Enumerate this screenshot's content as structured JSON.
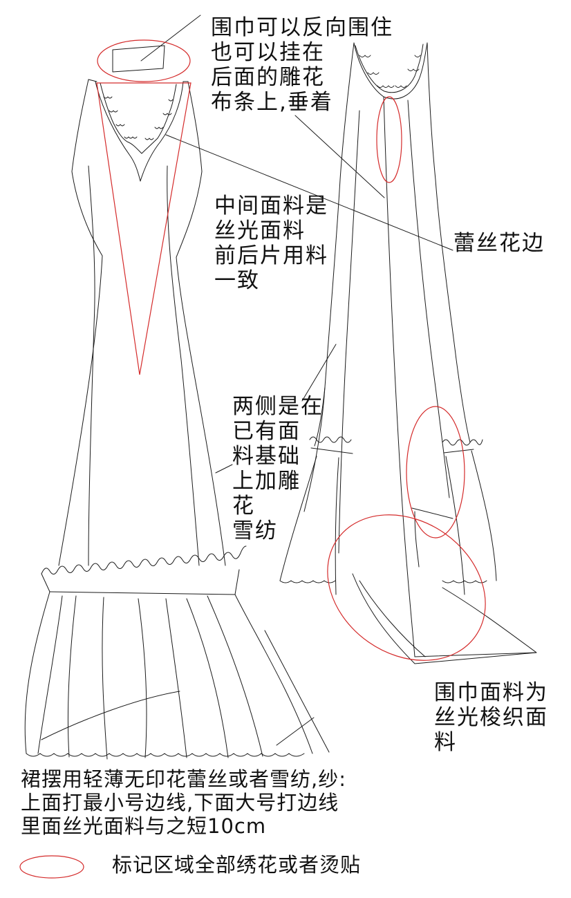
{
  "annotations": {
    "scarf_note": [
      "围巾可以反向围住",
      "也可以挂在",
      "后面的雕花",
      "布条上,垂着"
    ],
    "fabric_note": [
      "中间面料是",
      "丝光面料",
      "前后片用料",
      "一致"
    ],
    "lace_note": [
      "蕾丝花边"
    ],
    "side_note": [
      "两侧是在",
      "已有面",
      "料基础",
      "上加雕",
      "花",
      "雪纺"
    ],
    "scarf_fabric_note": [
      "围巾面料为",
      "丝光梭织面",
      "料"
    ],
    "hem_note": [
      "裙摆用轻薄无印花蕾丝或者雪纺,纱:",
      "上面打最小号边线,下面大号打边线",
      "里面丝光面料与之短10cm"
    ]
  },
  "legend": {
    "label": "标记区域全部绣花或者烫贴",
    "marker_color": "#d42a2a"
  },
  "colors": {
    "line": "#1a1a1a",
    "mark": "#d42a2a"
  }
}
